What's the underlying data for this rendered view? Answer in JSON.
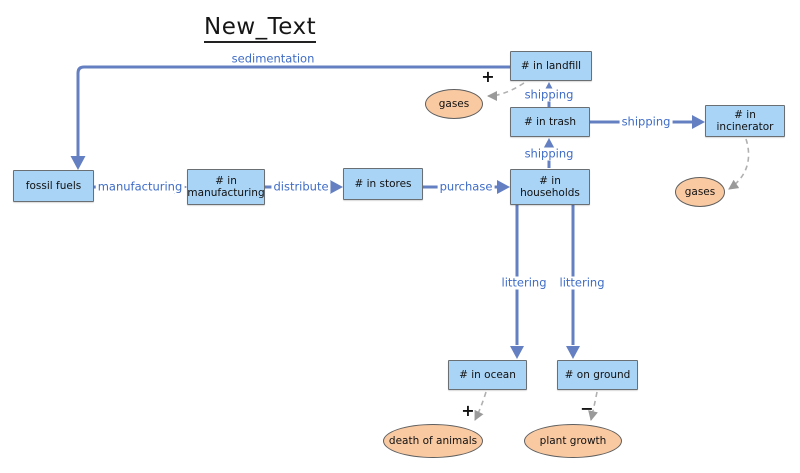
{
  "title": "New_Text",
  "colors": {
    "stock_fill": "#aad4f5",
    "stock_border": "#6a6f74",
    "variable_fill": "#f9c9a2",
    "variable_border": "#5f5f5f",
    "flow_arrow": "#6480c2",
    "flow_label_text": "#3f6cc6",
    "dashed_link": "#b0b0b0",
    "title_text": "#161616"
  },
  "stocks": [
    {
      "label": "fossil fuels"
    },
    {
      "label": "# in manufacturing"
    },
    {
      "label": "# in stores"
    },
    {
      "label": "# in households"
    },
    {
      "label": "# in trash"
    },
    {
      "label": "# in landfill"
    },
    {
      "label": "# in incinerator"
    },
    {
      "label": "# in ocean"
    },
    {
      "label": "# on ground"
    }
  ],
  "variables": [
    {
      "label": "gases"
    },
    {
      "label": "gases"
    },
    {
      "label": "death of animals"
    },
    {
      "label": "plant growth"
    }
  ],
  "flow_labels": [
    {
      "label": "sedimentation"
    },
    {
      "label": "manufacturing"
    },
    {
      "label": "distribute"
    },
    {
      "label": "purchase"
    },
    {
      "label": "shipping"
    },
    {
      "label": "shipping"
    },
    {
      "label": "shipping"
    },
    {
      "label": "littering"
    },
    {
      "label": "littering"
    }
  ],
  "link_signs": [
    {
      "symbol": "+"
    },
    {
      "symbol": "+"
    },
    {
      "symbol": "−"
    }
  ]
}
